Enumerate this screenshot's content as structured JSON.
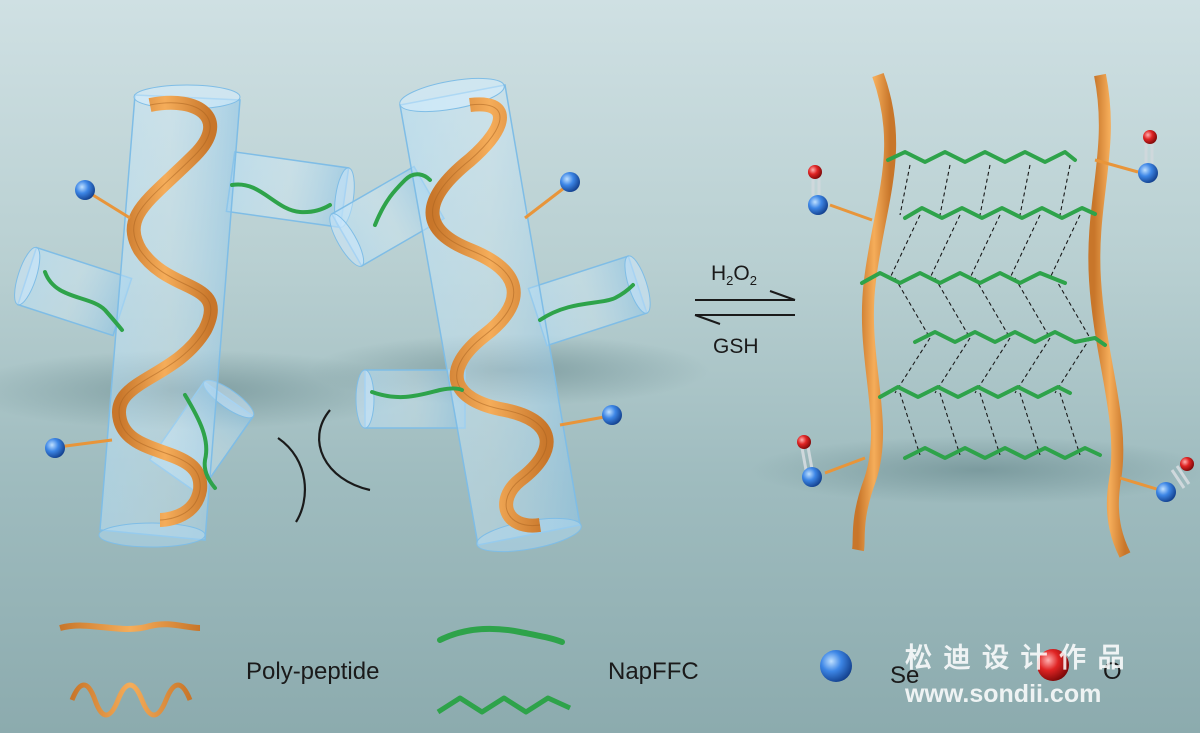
{
  "reaction": {
    "forward_main": "H",
    "forward_sub1": "2",
    "forward_mid": "O",
    "forward_sub2": "2",
    "reverse": "GSH"
  },
  "legend": {
    "polypeptide_label": "Poly-peptide",
    "napffc_label": "NapFFC",
    "se_label": "Se",
    "o_label": "O"
  },
  "watermark": {
    "cn": "松 迪 设 计 作 品",
    "url": "www.sondii.com"
  },
  "colors": {
    "helix": "#e8953a",
    "napffc": "#2ea34a",
    "se_atom": "#2f6fd6",
    "o_atom": "#d81f1f",
    "tube": "#9fd0f0"
  }
}
